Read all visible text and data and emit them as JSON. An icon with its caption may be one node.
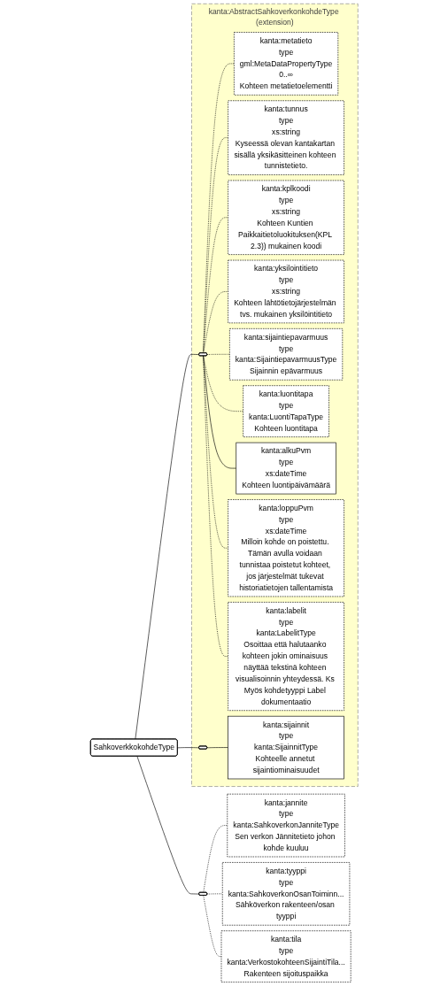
{
  "diagram": {
    "nodes": [
      {
        "text": [
          "SahkoverkkokohdeType"
        ]
      },
      {
        "text": [
          "kanta:AbstractSahkoverkonkohdeType (extension)"
        ]
      },
      {
        "text": [],
        "shape": "octagon",
        "in": 1
      },
      {
        "text": [
          "kanta:metatieto",
          "type",
          "gml:MetaDataPropertyType",
          "0..∞",
          "Kohteen metatietoelementti"
        ],
        "in": 1
      },
      {
        "text": [
          "kanta:tunnus",
          "type",
          "xs:string",
          "Kyseessä olevan kantakartan sisällä yksikäsitteinen kohteen tunnistetieto."
        ],
        "in": 1
      },
      {
        "text": [
          "kanta:kplkoodi",
          "type",
          "xs:string",
          "Kohteen Kuntien Paikkaitietoluokituksen(KPL 2.3)) mukainen koodi"
        ],
        "in": 1
      },
      {
        "text": [
          "kanta:yksilointitieto",
          "type",
          "xs:string",
          "Kohteen lähtötietojärjestelmän tvs. mukainen yksilöintitieto"
        ],
        "in": 1
      },
      {
        "text": [
          "kanta:sijaintiepavarmuus",
          "type",
          "kanta:SijaintiepavarmuusType",
          "Sijainnin epävarmuus"
        ],
        "in": 1
      },
      {
        "text": [
          "kanta:luontitapa",
          "type",
          "kanta:LuontiTapaType",
          "Kohteen luontitapa"
        ],
        "in": 1
      },
      {
        "text": [
          "kanta:alkuPvm",
          "type",
          "xs:dateTime",
          "Kohteen luontipäivämäärä"
        ],
        "in": 1
      },
      {
        "text": [
          "kanta:loppuPvm",
          "type",
          "xs:dateTime",
          "Milloin kohde on poistettu. Tämän avulla voidaan tunnistaa poistetut kohteet, jos järjestelmät tukevat historiatietojen tallentamista"
        ],
        "in": 1
      },
      {
        "text": [
          "kanta:labelit",
          "type",
          "kanta:LabelitType",
          "Osoittaa että halutaanko kohteen jokin ominaisuus näyttää tekstinä kohteen visualisoinnin yhteydessä. Ks Myös kohdetyyppi Label dokumentaatio"
        ],
        "in": 1
      },
      {
        "text": [],
        "shape": "octagon",
        "in": 1
      },
      {
        "text": [
          "kanta:sijainnit",
          "type",
          "kanta:SijainnitType",
          "Kohteelle annetut sijaintiominaisuudet"
        ],
        "in": 1
      },
      {
        "text": [],
        "shape": "octagon"
      },
      {
        "text": [
          "kanta:jannite",
          "type",
          "kanta:SahkoverkonJanniteType",
          "Sen verkon Jännitetieto johon kohde kuuluu"
        ]
      },
      {
        "text": [
          "kanta:tyyppi",
          "type",
          "kanta:SahkoverkonOsanToiminn...",
          "Sähköverkon rakenteen/osan tyyppi"
        ]
      },
      {
        "text": [
          "kanta:tila",
          "type",
          "kanta:VerkostokohteenSijaintiTila...",
          "Rakenteen sijoituspaikka"
        ]
      }
    ],
    "edges": [
      {
        "from": 0,
        "to": 2,
        "arrow": "none"
      },
      {
        "from": 2,
        "to": 3,
        "arrow": "none",
        "style": "dashed"
      },
      {
        "from": 2,
        "to": 4,
        "arrow": "none",
        "style": "dashed"
      },
      {
        "from": 2,
        "to": 5,
        "arrow": "none",
        "style": "dashed"
      },
      {
        "from": 2,
        "to": 6,
        "arrow": "none",
        "style": "dashed"
      },
      {
        "from": 2,
        "to": 7,
        "arrow": "none",
        "style": "dashed"
      },
      {
        "from": 2,
        "to": 8,
        "arrow": "none",
        "style": "dashed"
      },
      {
        "from": 2,
        "to": 9,
        "arrow": "none"
      },
      {
        "from": 2,
        "to": 10,
        "arrow": "none",
        "style": "dashed"
      },
      {
        "from": 2,
        "to": 11,
        "arrow": "none",
        "style": "dashed"
      },
      {
        "from": 0,
        "to": 12,
        "arrow": "none"
      },
      {
        "from": 12,
        "to": 13,
        "arrow": "none"
      },
      {
        "from": 0,
        "to": 14,
        "arrow": "none"
      },
      {
        "from": 14,
        "to": 15,
        "arrow": "none",
        "style": "dashed"
      },
      {
        "from": 14,
        "to": 16,
        "arrow": "none",
        "style": "dashed"
      },
      {
        "from": 14,
        "to": 17,
        "arrow": "none",
        "style": "dashed"
      }
    ]
  }
}
